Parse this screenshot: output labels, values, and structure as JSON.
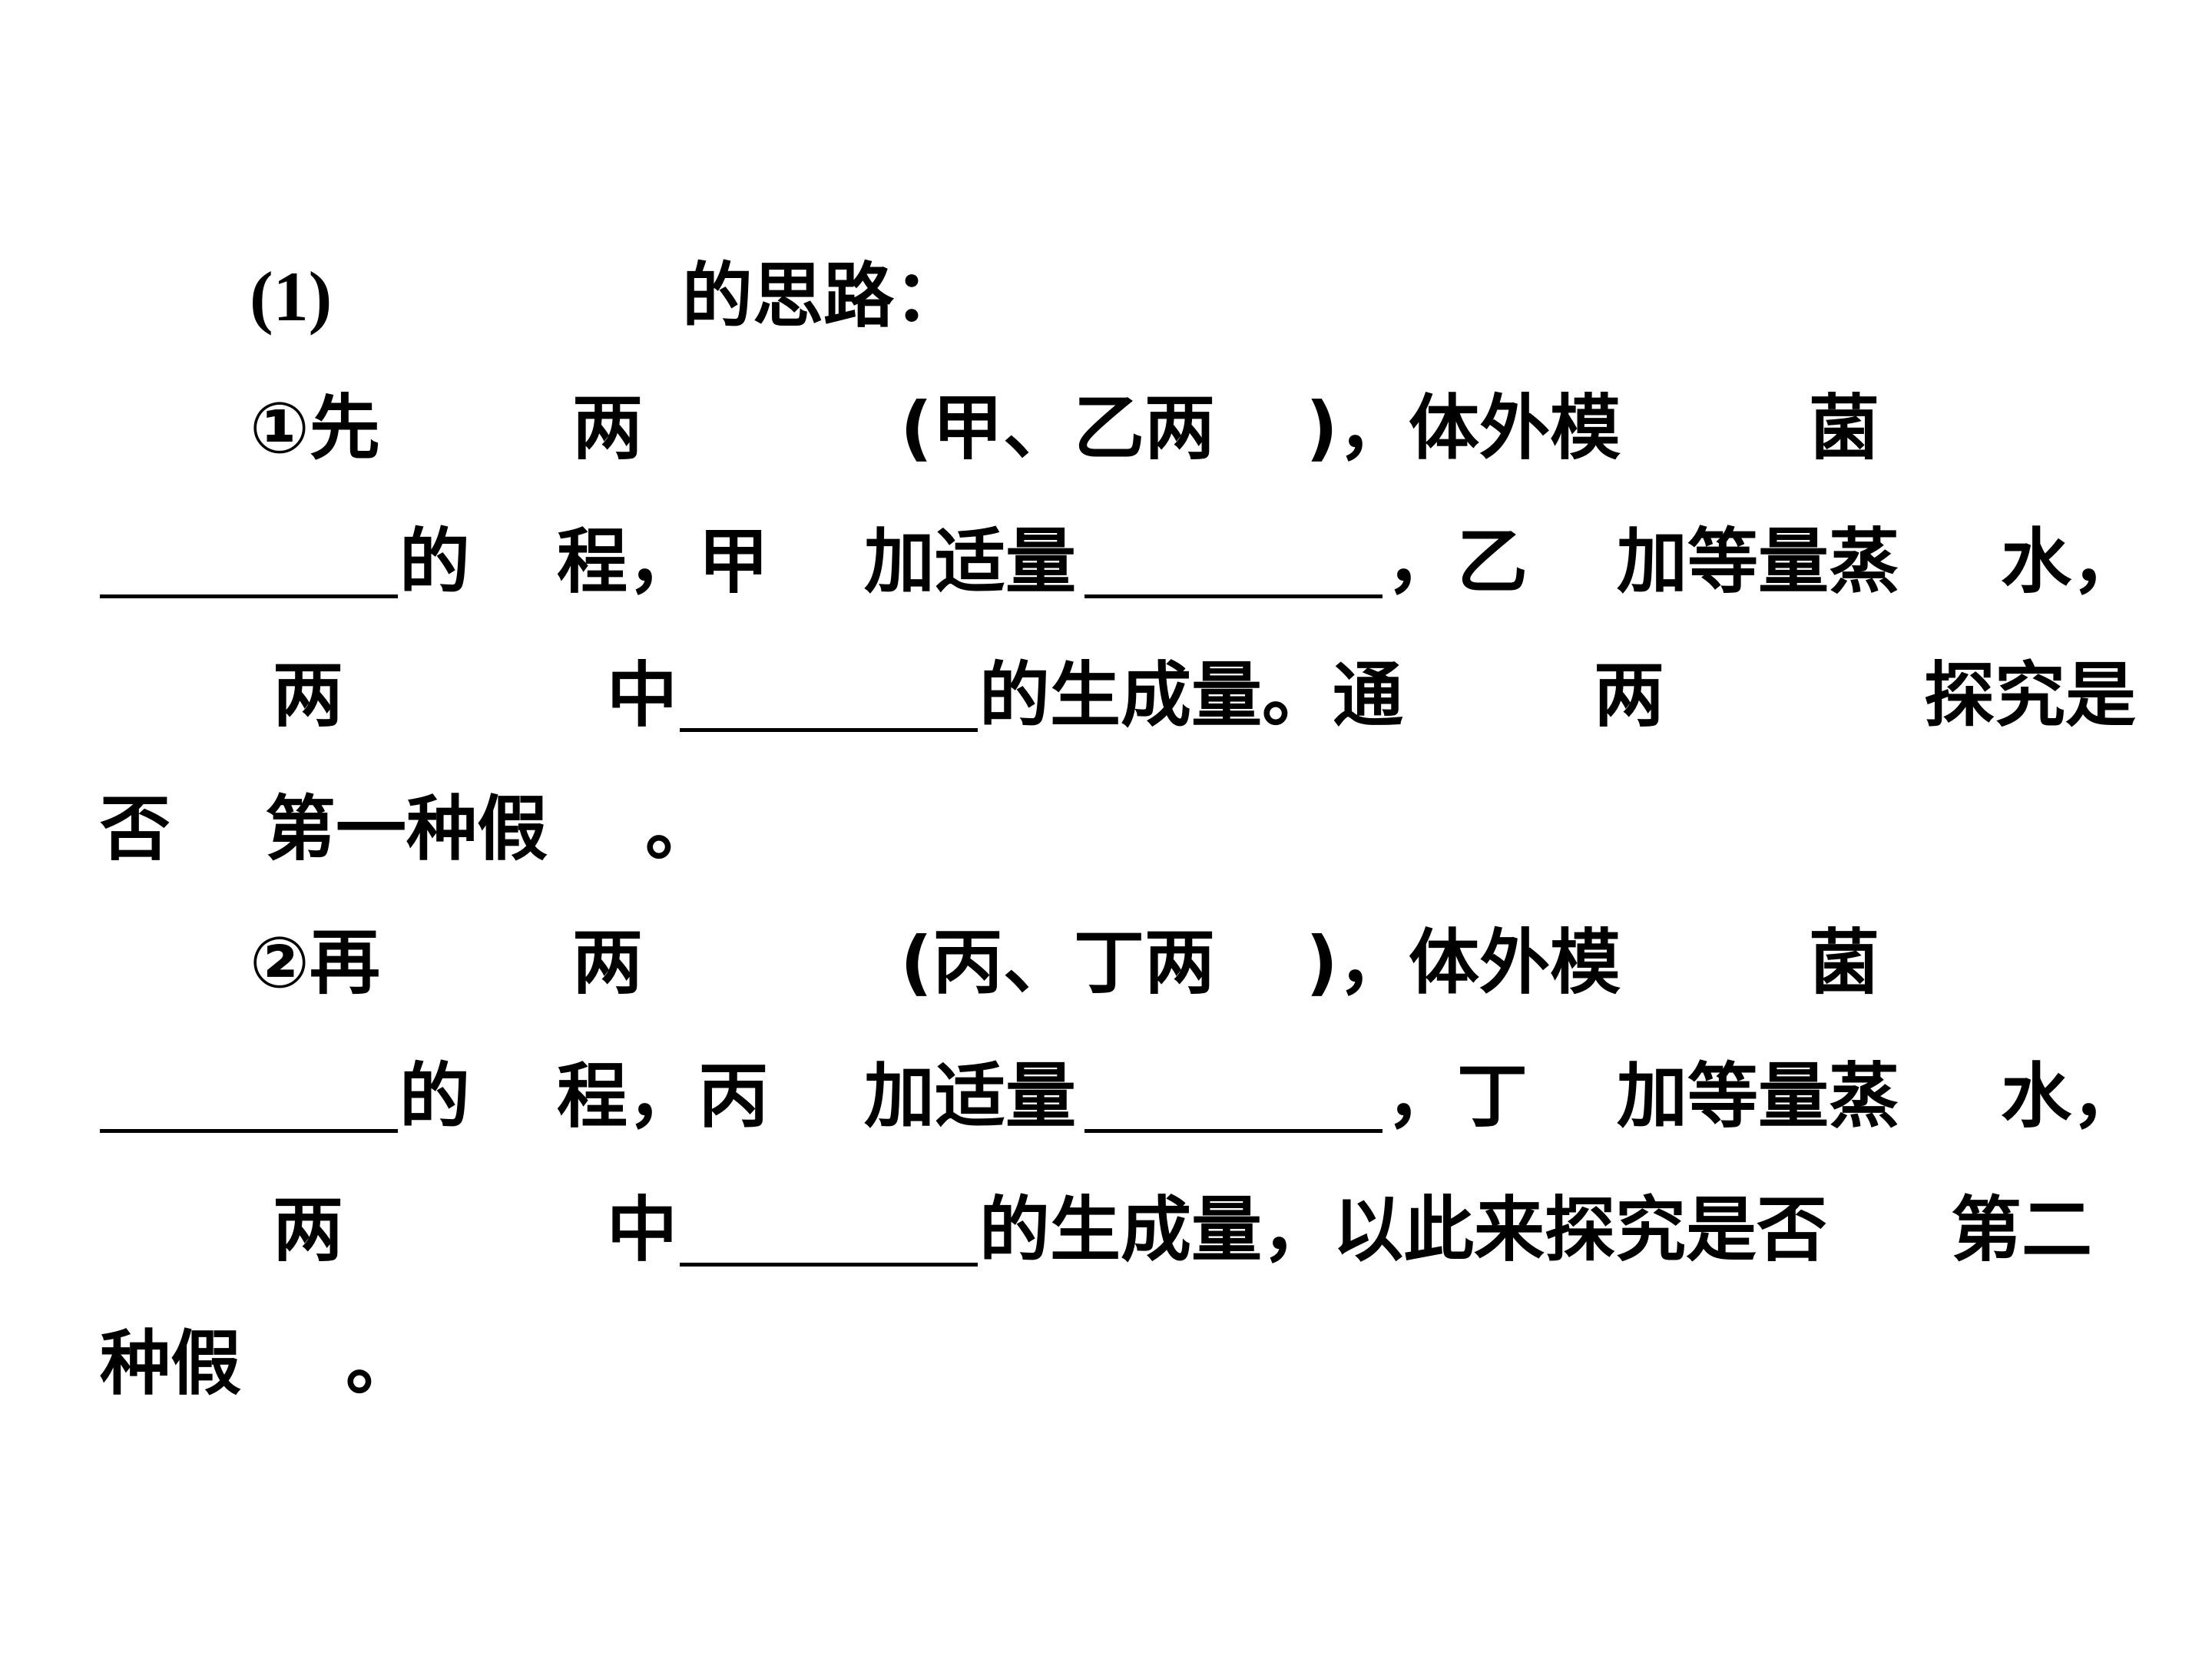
{
  "content": {
    "l1_num": "(1)",
    "l1_text": "的思路：",
    "l2_a": "①先",
    "l2_b": "两",
    "l2_c": "(甲、乙两",
    "l2_d": ")，体外模",
    "l2_e": "菌",
    "l3_a": "的",
    "l3_b": "程，甲",
    "l3_c": "加适量",
    "l3_d": "，乙",
    "l3_e": "加等量蒸",
    "l3_f": "水，",
    "l4_a": "两",
    "l4_b": "中",
    "l4_c": "的生成量。通",
    "l4_d": "两",
    "l4_e": "探究是",
    "l5_a": "否",
    "l5_b": "第一种假",
    "l5_c": "。",
    "l6_a": "②再",
    "l6_b": "两",
    "l6_c": "(丙、丁两",
    "l6_d": ")，体外模",
    "l6_e": "菌",
    "l7_a": "的",
    "l7_b": "程，丙",
    "l7_c": "加适量",
    "l7_d": "，丁",
    "l7_e": "加等量蒸",
    "l7_f": "水，",
    "l8_a": "两",
    "l8_b": "中",
    "l8_c": "的生成量，以此来探究是否",
    "l8_d": "第二",
    "l9_a": "种假",
    "l9_b": "。"
  }
}
